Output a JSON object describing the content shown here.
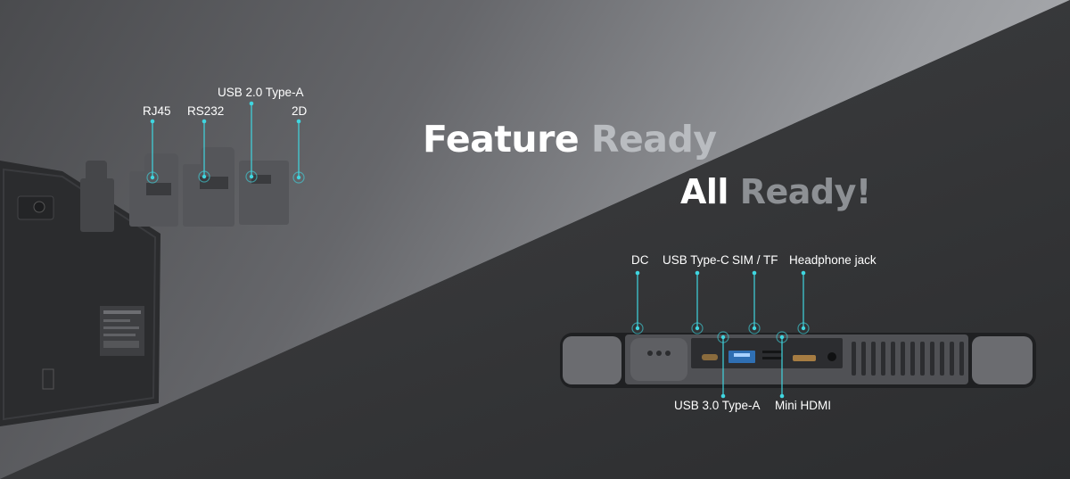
{
  "headline": {
    "line1_word1": "Feature",
    "line1_word2": "Ready",
    "line2_word1": "All",
    "line2_word2": "Ready!"
  },
  "module_ports": {
    "rj45": "RJ45",
    "rs232": "RS232",
    "usb20": "USB 2.0 Type-A",
    "scan2d": "2D"
  },
  "side_ports": {
    "dc": "DC",
    "usbc": "USB Type-C",
    "sim": "SIM / TF",
    "headphone": "Headphone jack",
    "usb30": "USB 3.0 Type-A",
    "minihdmi": "Mini HDMI"
  },
  "colors": {
    "accent": "#3fd6e0",
    "label": "#ffffff",
    "bg_light": "#9a9ca0",
    "bg_dark": "#353638"
  }
}
